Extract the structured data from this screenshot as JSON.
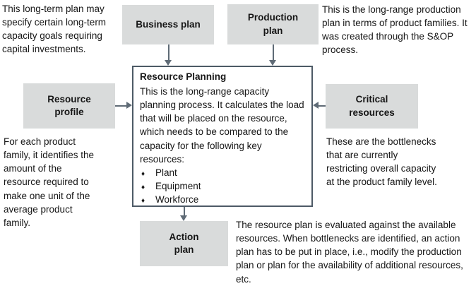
{
  "boxes": {
    "business_plan": {
      "label": "Business plan"
    },
    "production_plan": {
      "label": "Production\nplan"
    },
    "resource_profile": {
      "label": "Resource\nprofile"
    },
    "critical_resources": {
      "label": "Critical\nresources"
    },
    "action_plan": {
      "label": "Action\nplan"
    }
  },
  "center": {
    "title": "Resource Planning",
    "body": "This is the long-range capacity planning process. It calculates the load that will be placed on the resource, which needs to be compared to the capacity for the following key resources:",
    "bullet_glyph": "♦",
    "bullets": [
      "Plant",
      "Equipment",
      "Workforce"
    ]
  },
  "notes": {
    "top_left": "This long-term plan may specify certain long-term capacity goals requiring capital investments.",
    "top_right": "This is the long-range production plan in terms of product families. It was created through the S&OP process.",
    "left": "For each product family, it identifies the amount of the resource required to make one unit of the average product family.",
    "right": "These are the bottlenecks that are currently restricting overall capacity at the product family level.",
    "bottom": "The resource plan is evaluated against the available resources. When bottlenecks are identified, an action plan has to be put in place, i.e., modify the production plan or plan for the availability of additional resources, etc."
  },
  "arrows": [
    {
      "from": "business_plan",
      "to": "resource_planning",
      "direction": "down"
    },
    {
      "from": "production_plan",
      "to": "resource_planning",
      "direction": "down"
    },
    {
      "from": "resource_profile",
      "to": "resource_planning",
      "direction": "right"
    },
    {
      "from": "critical_resources",
      "to": "resource_planning",
      "direction": "left"
    },
    {
      "from": "resource_planning",
      "to": "action_plan",
      "direction": "down"
    }
  ],
  "colors": {
    "box_fill": "#d9dbdb",
    "border": "#4d5a66",
    "arrow": "#5f6b76",
    "text": "#161616"
  }
}
